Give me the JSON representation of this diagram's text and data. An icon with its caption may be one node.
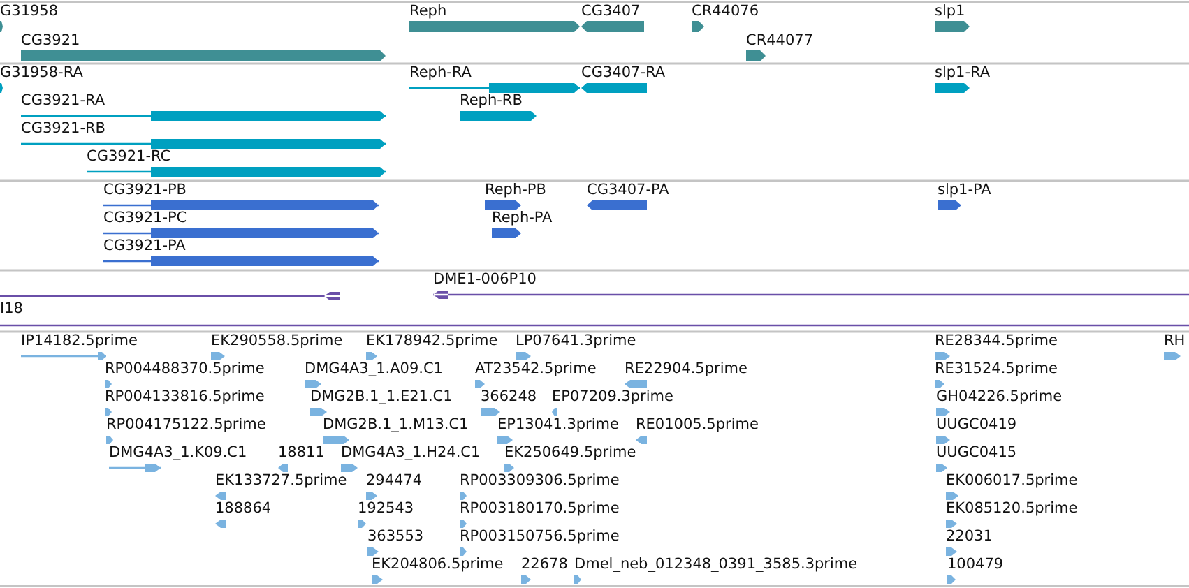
{
  "diagram": {
    "labels": [
      "G31958",
      "Reph",
      "CG3407",
      "CR44076",
      "slp1",
      "CG3921",
      "CR44077",
      "G31958-RA",
      "Reph-RA",
      "CG3407-RA",
      "slp1-RA",
      "CG3921-RA",
      "Reph-RB",
      "CG3921-RB",
      "CG3921-RC",
      "CG3921-PB",
      "Reph-PB",
      "CG3407-PA",
      "slp1-PA",
      "CG3921-PC",
      "Reph-PA",
      "CG3921-PA",
      "DME1-006P10",
      "I18",
      "IP14182.5prime",
      "EK290558.5prime",
      "EK178942.5prime",
      "LP07641.3prime",
      "RE28344.5prime",
      "RH",
      "RP004488370.5prime",
      "DMG4A3_1.A09.C1",
      "AT23542.5prime",
      "RE22904.5prime",
      "RE31524.5prime",
      "RP004133816.5prime",
      "DMG2B.1_1.E21.C1",
      "366248",
      "EP07209.3prime",
      "GH04226.5prime",
      "RP004175122.5prime",
      "DMG2B.1_1.M13.C1",
      "EP13041.3prime",
      "RE01005.5prime",
      "UUGC0419",
      "DMG4A3_1.K09.C1",
      "18811",
      "DMG4A3_1.H24.C1",
      "EK250649.5prime",
      "UUGC0415",
      "EK133727.5prime",
      "294474",
      "RP003309306.5prime",
      "EK006017.5prime",
      "188864",
      "192543",
      "RP003180170.5prime",
      "EK085120.5prime",
      "363553",
      "RP003150756.5prime",
      "22031",
      "EK204806.5prime",
      "22678",
      "Dmel_neb_012348_0391_3585.3prime",
      "100479"
    ]
  }
}
